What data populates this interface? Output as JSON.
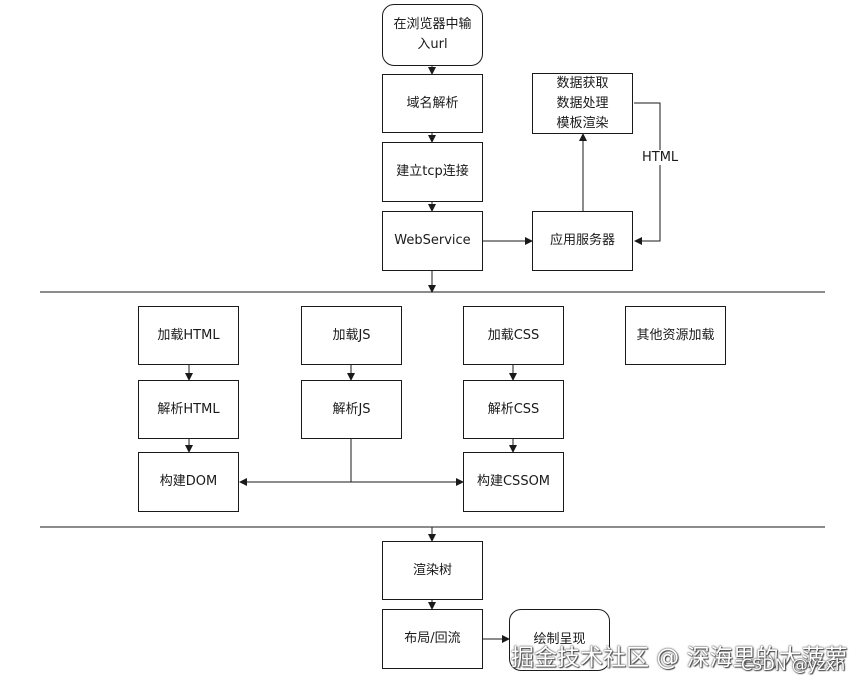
{
  "nodes": {
    "url_input": "在浏览器中输\n入url",
    "dns": "域名解析",
    "tcp": "建立tcp连接",
    "webservice": "WebService",
    "app_server": "应用服务器",
    "data_proc": "数据获取\n数据处理\n模板渲染",
    "load_html": "加载HTML",
    "parse_html": "解析HTML",
    "build_dom": "构建DOM",
    "load_js": "加载JS",
    "parse_js": "解析JS",
    "load_css": "加载CSS",
    "parse_css": "解析CSS",
    "build_cssom": "构建CSSOM",
    "other_res": "其他资源加载",
    "render_tree": "渲染树",
    "layout": "布局/回流",
    "paint": "绘制呈现"
  },
  "edge_labels": {
    "html": "HTML"
  },
  "watermark": {
    "main": "掘金技术社区 @ 深海里的大菠萝",
    "sub": "CSDN @yzxh"
  }
}
